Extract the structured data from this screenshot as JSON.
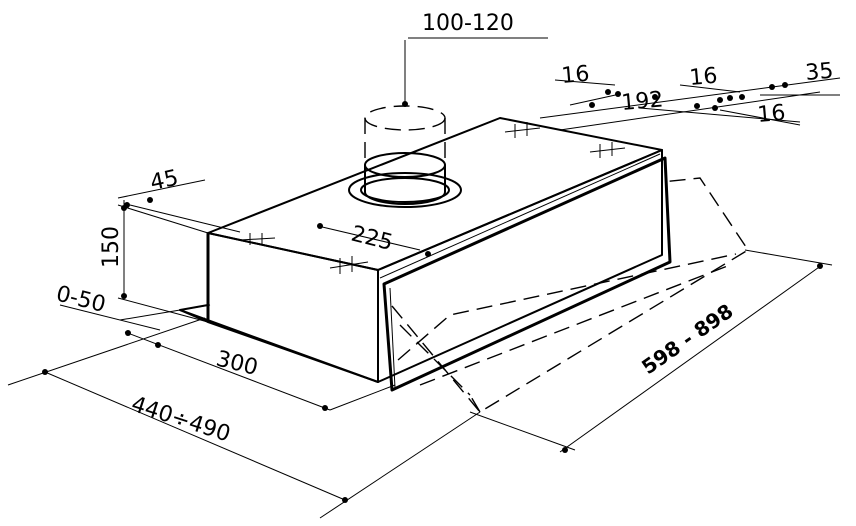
{
  "dimensions": {
    "duct_diameter": "100-120",
    "top_left_offset": "16",
    "top_span": "192",
    "top_mid_offset": "16",
    "top_right_offset": "35",
    "top_right_lower": "16",
    "side_depth": "45",
    "height": "150",
    "duct_center": "225",
    "front_offset": "0-50",
    "depth_300": "300",
    "depth_range": "440÷490",
    "width_range": "598 - 898"
  }
}
